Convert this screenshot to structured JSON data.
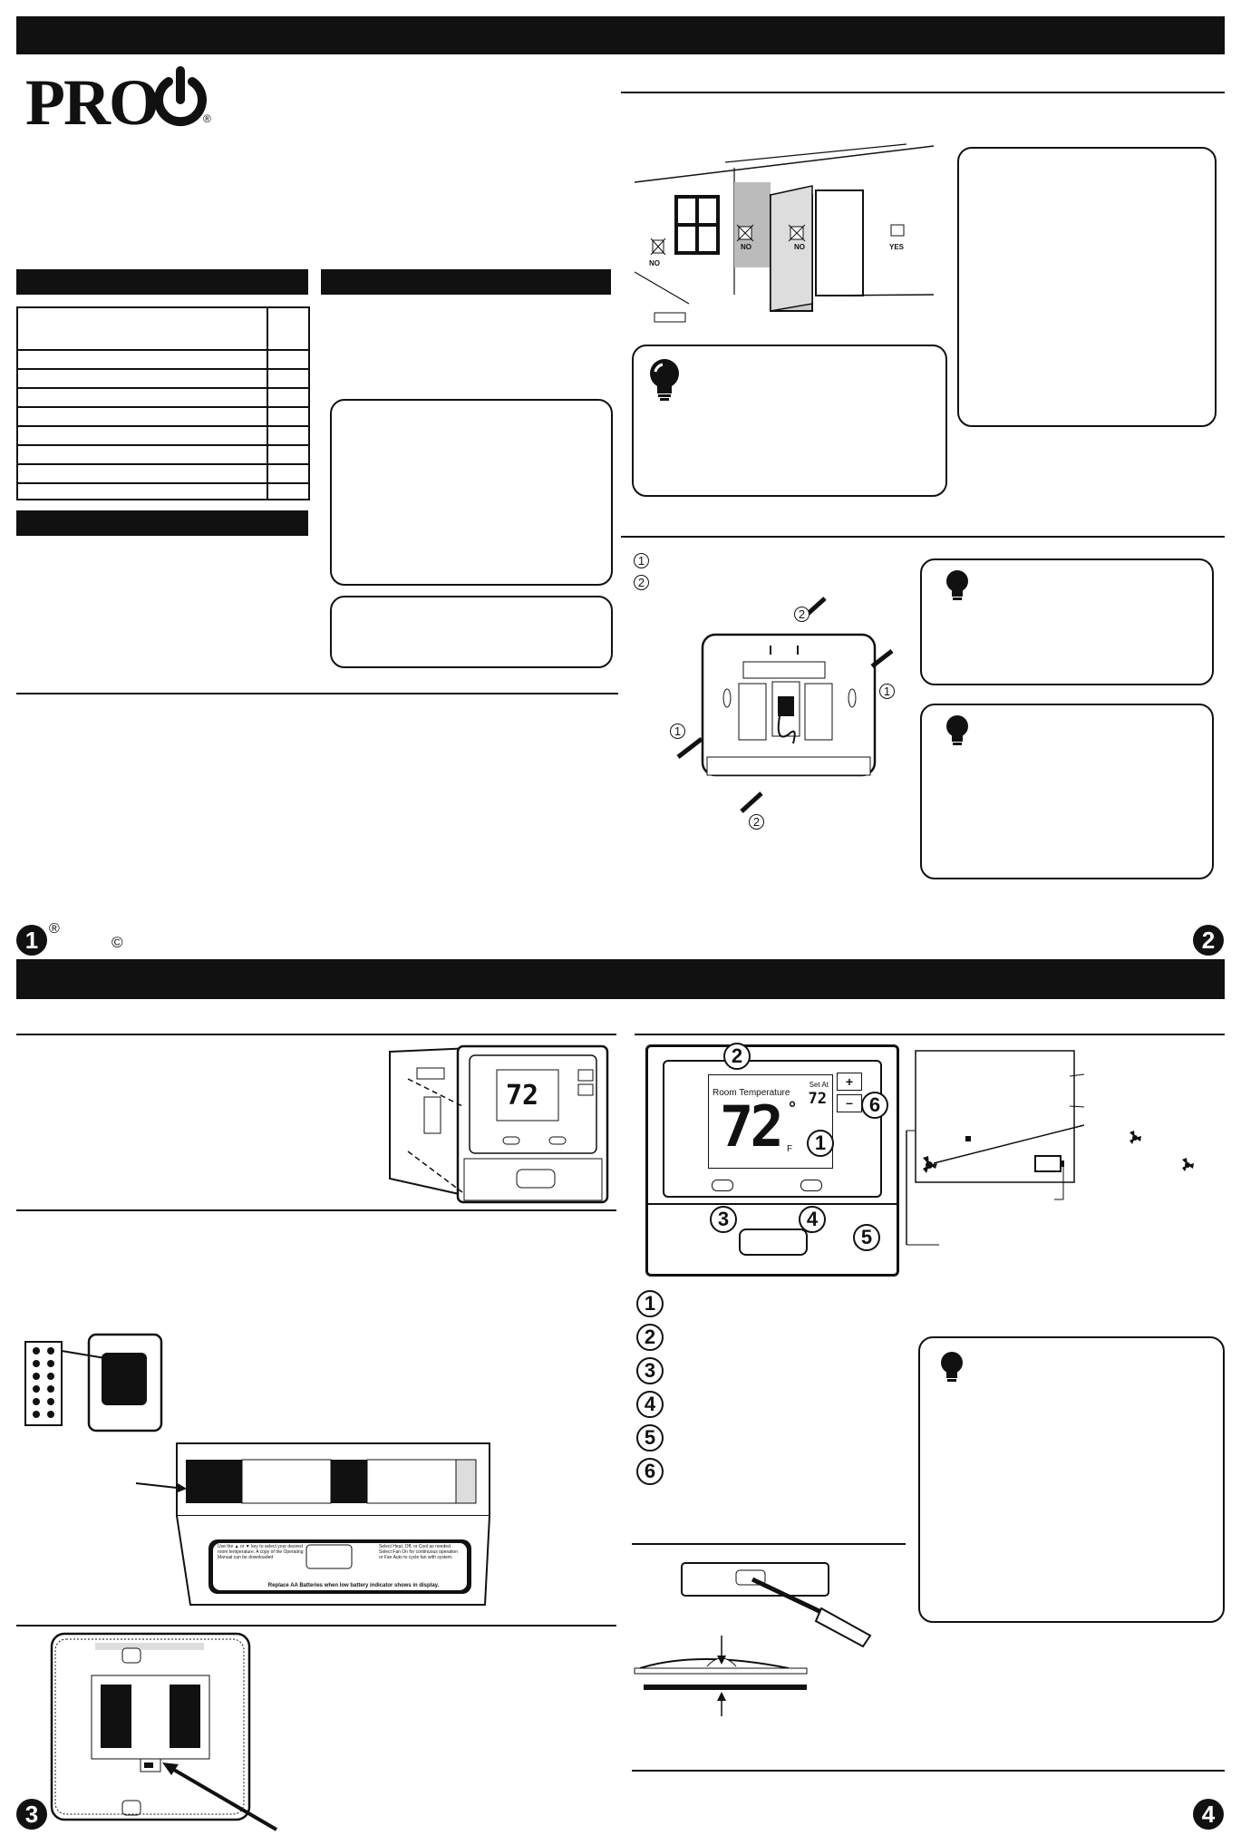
{
  "brand": {
    "logo_text": "PRO",
    "registered_mark": "®"
  },
  "footer": {
    "registered_mark": "®",
    "copyright_mark": "©",
    "page_numbers": [
      "1",
      "2",
      "3",
      "4"
    ]
  },
  "location_figure": {
    "labels": [
      "NO",
      "NO",
      "NO",
      "YES"
    ]
  },
  "mounting_figure": {
    "callouts": [
      "1",
      "2"
    ]
  },
  "display_figure": {
    "room_temperature_label": "Room Temperature",
    "set_at_label": "Set At",
    "temperature": "72",
    "set_temperature": "72",
    "degree": "°",
    "unit": "F",
    "plus_key": "+",
    "minus_key": "–",
    "callouts": [
      "1",
      "2",
      "3",
      "4",
      "5",
      "6"
    ]
  },
  "legend": {
    "numbers": [
      "1",
      "2",
      "3",
      "4",
      "5",
      "6"
    ]
  },
  "battery_label": {
    "text_left": "Use the ▲ or ▼ key to select your desired room temperature. A copy of the Operating Manual can be downloaded",
    "text_right": "Select Heat, Off, or Cool as needed. Select Fan On for continuous operation or Fan Auto to cycle fan with system.",
    "bottom": "Replace AA Batteries when low battery indicator shows in display."
  },
  "colors": {
    "ink": "#111111",
    "paper": "#ffffff",
    "shade": "#bbbbbb"
  }
}
